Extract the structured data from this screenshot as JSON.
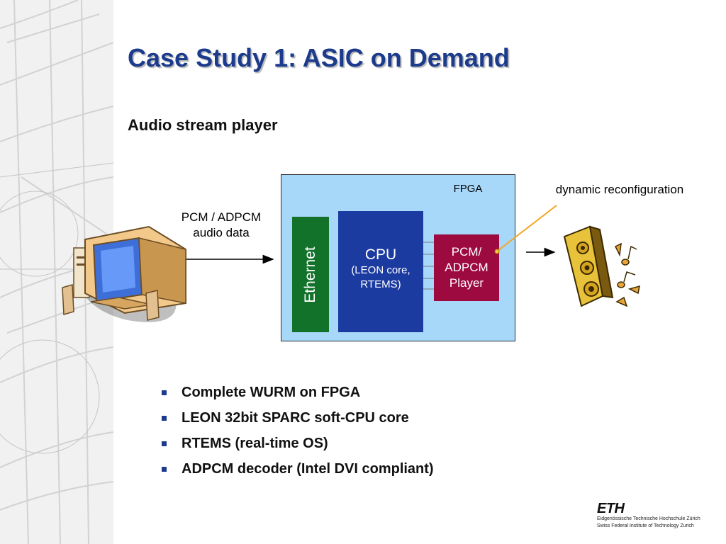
{
  "slide": {
    "title": "Case Study 1: ASIC on Demand",
    "subtitle": "Audio stream player"
  },
  "diagram": {
    "input_label_line1": "PCM / ADPCM",
    "input_label_line2": "audio data",
    "fpga_label": "FPGA",
    "ethernet_label": "Ethernet",
    "cpu_label": "CPU",
    "cpu_sub_line1": "(LEON core,",
    "cpu_sub_line2": "RTEMS)",
    "player_line1": "PCM/",
    "player_line2": "ADPCM",
    "player_line3": "Player",
    "reconfig_label": "dynamic reconfiguration",
    "icons": [
      "computer-icon",
      "speaker-icon",
      "music-notes-icon"
    ],
    "colors": {
      "fpga_fill": "#a7d8f9",
      "ethernet_fill": "#12722a",
      "cpu_fill": "#1c3ba1",
      "player_fill": "#9c0a3f",
      "reconfig_line": "#f5a623"
    }
  },
  "bullets": [
    "Complete WURM on FPGA",
    "LEON 32bit SPARC soft-CPU core",
    "RTEMS (real-time OS)",
    "ADPCM decoder (Intel DVI compliant)"
  ],
  "footer": {
    "logo_mark": "ETH",
    "logo_line1": "Eidgenössische Technische Hochschule Zürich",
    "logo_line2": "Swiss Federal Institute of Technology Zurich"
  },
  "theme": {
    "title_color": "#1c3b8c",
    "bullet_color": "#1c3b8c"
  }
}
